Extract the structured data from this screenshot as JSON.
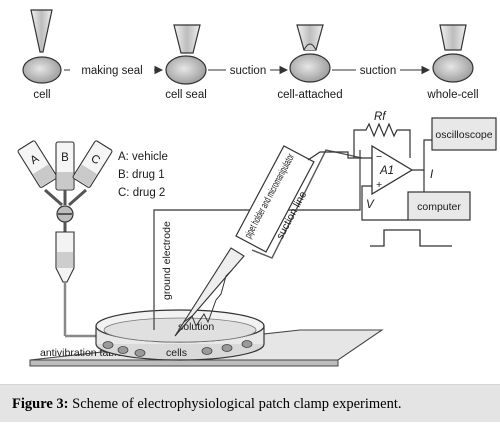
{
  "seal_sequence": {
    "stages": [
      "cell",
      "cell seal",
      "cell-attached",
      "whole-cell"
    ],
    "transitions": [
      "making seal",
      "suction",
      "suction"
    ]
  },
  "perfusion": {
    "reservoir_letters": [
      "A",
      "B",
      "C"
    ],
    "legend": [
      "A: vehicle",
      "B: drug 1",
      "C: drug 2"
    ]
  },
  "setup_labels": {
    "pipet_holder": "pipet holder and micromanipulator",
    "suction_line": "suction line",
    "ground_electrode": "ground electrode",
    "solution": "solution",
    "cells": "cells",
    "antivibration_table": "antivibration table"
  },
  "circuit": {
    "feedback_resistor": "Rf",
    "amplifier": "A1",
    "current": "I",
    "voltage": "V",
    "oscilloscope": "oscilloscope",
    "computer": "computer"
  },
  "caption": {
    "label": "Figure 3:",
    "text": " Scheme of electrophysiological patch clamp experiment."
  }
}
